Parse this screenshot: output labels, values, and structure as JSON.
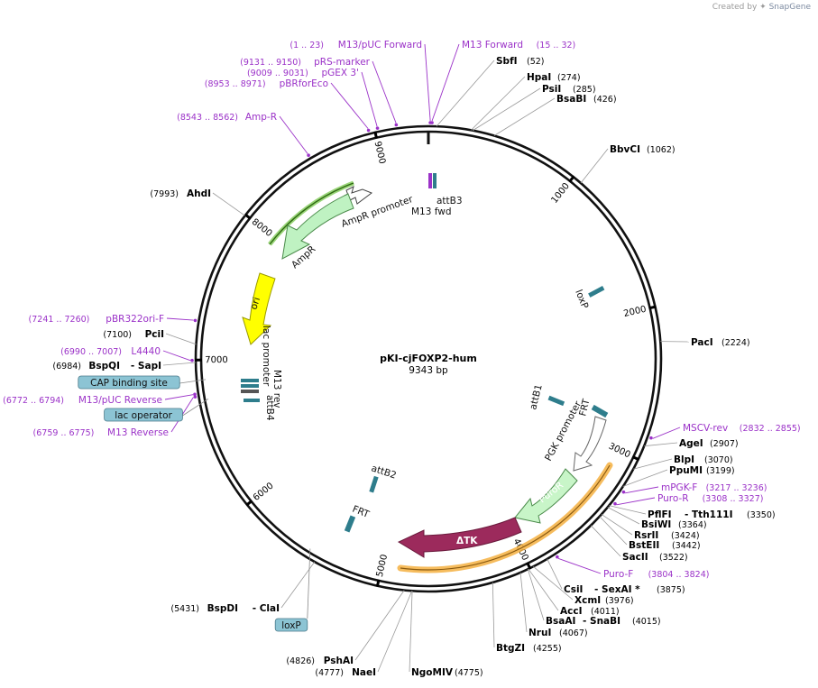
{
  "app": {
    "credit_prefix": "Created by",
    "credit_brand": "SnapGene"
  },
  "plasmid": {
    "name": "pKI-cjFOXP2-hum",
    "length_label": "9343 bp",
    "length": 9343
  },
  "colors": {
    "primer": "#9b32c8",
    "ampr": "#aef0b0",
    "ampr_outline": "#4aa02a",
    "ori": "#ffff00",
    "dtk": "#9c2a5c",
    "puror": "#c8f5c8",
    "orange_highlight": "#f5b041",
    "feature_teal": "#2e7d8c",
    "tag_fill": "#8cc4d4"
  },
  "ticks": [
    {
      "pos": 1000,
      "label": "1000"
    },
    {
      "pos": 2000,
      "label": "2000"
    },
    {
      "pos": 3000,
      "label": "3000"
    },
    {
      "pos": 4000,
      "label": "4000"
    },
    {
      "pos": 5000,
      "label": "5000"
    },
    {
      "pos": 6000,
      "label": "6000"
    },
    {
      "pos": 7000,
      "label": "7000"
    },
    {
      "pos": 8000,
      "label": "8000"
    },
    {
      "pos": 9000,
      "label": "9000"
    }
  ],
  "sites": [
    {
      "name": "SbfI",
      "pos_label": "(52)",
      "pos": 52
    },
    {
      "name": "HpaI",
      "pos_label": "(274)",
      "pos": 274
    },
    {
      "name": "PsiI",
      "pos_label": "(285)",
      "pos": 285
    },
    {
      "name": "BsaBI",
      "pos_label": "(426)",
      "pos": 426
    },
    {
      "name": "BbvCI",
      "pos_label": "(1062)",
      "pos": 1062
    },
    {
      "name": "PacI",
      "pos_label": "(2224)",
      "pos": 2224
    },
    {
      "name": "AgeI",
      "pos_label": "(2907)",
      "pos": 2907
    },
    {
      "name": "BlpI",
      "pos_label": "(3070)",
      "pos": 3070
    },
    {
      "name": "PpuMI",
      "pos_label": "(3199)",
      "pos": 3199
    },
    {
      "name": "PflFI",
      "name2": "Tth111I",
      "pos_label": "(3350)",
      "pos": 3350
    },
    {
      "name": "BsiWI",
      "pos_label": "(3364)",
      "pos": 3364
    },
    {
      "name": "RsrII",
      "pos_label": "(3424)",
      "pos": 3424
    },
    {
      "name": "BstEII",
      "pos_label": "(3442)",
      "pos": 3442
    },
    {
      "name": "SacII",
      "pos_label": "(3522)",
      "pos": 3522
    },
    {
      "name": "CsiI",
      "name2": "SexAI *",
      "pos_label": "(3875)",
      "pos": 3875
    },
    {
      "name": "XcmI",
      "pos_label": "(3976)",
      "pos": 3976
    },
    {
      "name": "AccI",
      "pos_label": "(4011)",
      "pos": 4011
    },
    {
      "name": "BsaAI",
      "name2": "SnaBI",
      "pos_label": "(4015)",
      "pos": 4015
    },
    {
      "name": "NruI",
      "pos_label": "(4067)",
      "pos": 4067
    },
    {
      "name": "BtgZI",
      "pos_label": "(4255)",
      "pos": 4255
    },
    {
      "name": "NgoMIV",
      "pos_label": "(4775)",
      "pos": 4775
    },
    {
      "name": "NaeI",
      "pos_label": "(4777)",
      "pos": 4777
    },
    {
      "name": "PshAI",
      "pos_label": "(4826)",
      "pos": 4826
    },
    {
      "name": "BspDI",
      "name2": "ClaI",
      "pos_label": "(5431)",
      "pos": 5431
    },
    {
      "name": "BspQI",
      "name2": "SapI",
      "pos_label": "(6984)",
      "pos": 6984
    },
    {
      "name": "PciI",
      "pos_label": "(7100)",
      "pos": 7100
    },
    {
      "name": "AhdI",
      "pos_label": "(7993)",
      "pos": 7993
    }
  ],
  "primers": [
    {
      "name": "M13/pUC Forward",
      "range": "(1 .. 23)",
      "pos": 12
    },
    {
      "name": "M13 Forward",
      "range": "(15 .. 32)",
      "pos": 23
    },
    {
      "name": "pRS-marker",
      "range": "(9131 .. 9150)",
      "pos": 9140
    },
    {
      "name": "pGEX 3'",
      "range": "(9009 .. 9031)",
      "pos": 9020
    },
    {
      "name": "pBRforEco",
      "range": "(8953 .. 8971)",
      "pos": 8962
    },
    {
      "name": "Amp-R",
      "range": "(8543 .. 8562)",
      "pos": 8552
    },
    {
      "name": "pBR322ori-F",
      "range": "(7241 .. 7260)",
      "pos": 7250
    },
    {
      "name": "L4440",
      "range": "(6990 .. 7007)",
      "pos": 6998
    },
    {
      "name": "M13/pUC Reverse",
      "range": "(6772 .. 6794)",
      "pos": 6783
    },
    {
      "name": "M13 Reverse",
      "range": "(6759 .. 6775)",
      "pos": 6767
    },
    {
      "name": "MSCV-rev",
      "range": "(2832 .. 2855)",
      "pos": 2843
    },
    {
      "name": "mPGK-F",
      "range": "(3217 .. 3236)",
      "pos": 3226
    },
    {
      "name": "Puro-R",
      "range": "(3308 .. 3327)",
      "pos": 3317
    },
    {
      "name": "Puro-F",
      "range": "(3804 .. 3824)",
      "pos": 3814
    }
  ],
  "tagged_features": [
    {
      "name": "CAP binding site",
      "pos": 6870
    },
    {
      "name": "lac operator",
      "pos": 6740
    },
    {
      "name": "loxP",
      "pos": 5500
    }
  ],
  "feature_labels": {
    "attB3": "attB3",
    "m13_fwd": "M13 fwd",
    "ampr_promoter": "AmpR promoter",
    "ampr": "AmpR",
    "ori": "ori",
    "loxp_top": "loxP",
    "lac_promoter": "lac promoter",
    "m13_rev": "M13 rev",
    "attB4": "attB4",
    "attB1": "attB1",
    "frt_right": "FRT",
    "pgk_promoter": "PGK promoter",
    "puror": "PuroR",
    "dtk": "ΔTK",
    "attB2": "attB2",
    "frt_left": "FRT"
  }
}
